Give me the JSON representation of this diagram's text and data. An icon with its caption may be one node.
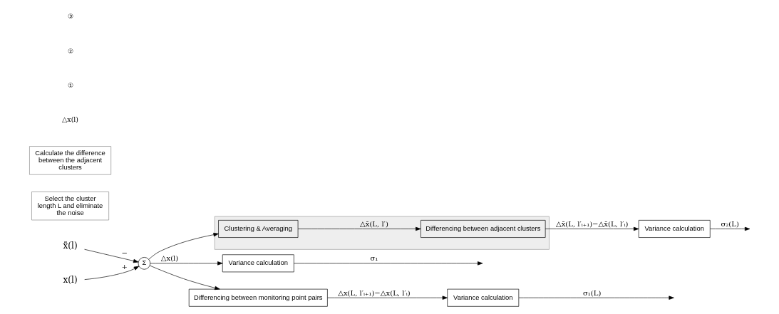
{
  "diagram": {
    "nodes": [
      {
        "text": [
          "x̃(l)"
        ]
      },
      {
        "text": [
          "x(l)"
        ]
      },
      {
        "text": [
          "Σ"
        ]
      },
      {
        "text": [
          "Variance calculation"
        ]
      },
      {
        "text": [
          "Differencing between monitoring point pairs"
        ]
      },
      {
        "text": [
          "Variance calculation"
        ]
      },
      {
        "text": [],
        "shape": "box"
      },
      {
        "text": [
          "Clustering & Averaging"
        ],
        "in": 6
      },
      {
        "text": [
          "Differencing between adjacent clusters"
        ],
        "in": 6
      },
      {
        "text": [
          "Variance calculation"
        ]
      },
      {
        "text": [
          "Select the cluster length L and eliminate the noise"
        ]
      },
      {
        "text": [
          "Calculate the difference between the adjacent clusters"
        ]
      }
    ],
    "edges": [
      {
        "from": 0,
        "to": 2,
        "arrow": "to",
        "label": "−"
      },
      {
        "from": 1,
        "to": 2,
        "arrow": "to",
        "label": "+"
      },
      {
        "from": 2,
        "to": 3,
        "arrow": "to",
        "label": "△x(l)"
      },
      {
        "from": 2,
        "to": 4,
        "arrow": "to"
      },
      {
        "from": 2,
        "to": 7,
        "arrow": "to"
      },
      {
        "from": 4,
        "to": 5,
        "arrow": "to",
        "label": "△x(L, l′ᵢ₊₁)−△x(L, l′ᵢ)"
      },
      {
        "from": 7,
        "to": 8,
        "arrow": "to",
        "label": "△x̄(L, l′)"
      },
      {
        "from": 8,
        "to": 9,
        "arrow": "to",
        "label": "△x̄(L, l′ᵢ₊₁)−△x̄(L, l′ᵢ)"
      },
      {
        "from": 3,
        "to": null,
        "arrow": "to",
        "label": "σ₁"
      },
      {
        "from": 5,
        "to": null,
        "arrow": "to",
        "label": "σ₁(L)"
      },
      {
        "from": 9,
        "to": null,
        "arrow": "to",
        "label": "σ₂(L)"
      }
    ],
    "labels": [
      "△x(l)",
      "①",
      "②",
      "③"
    ]
  }
}
